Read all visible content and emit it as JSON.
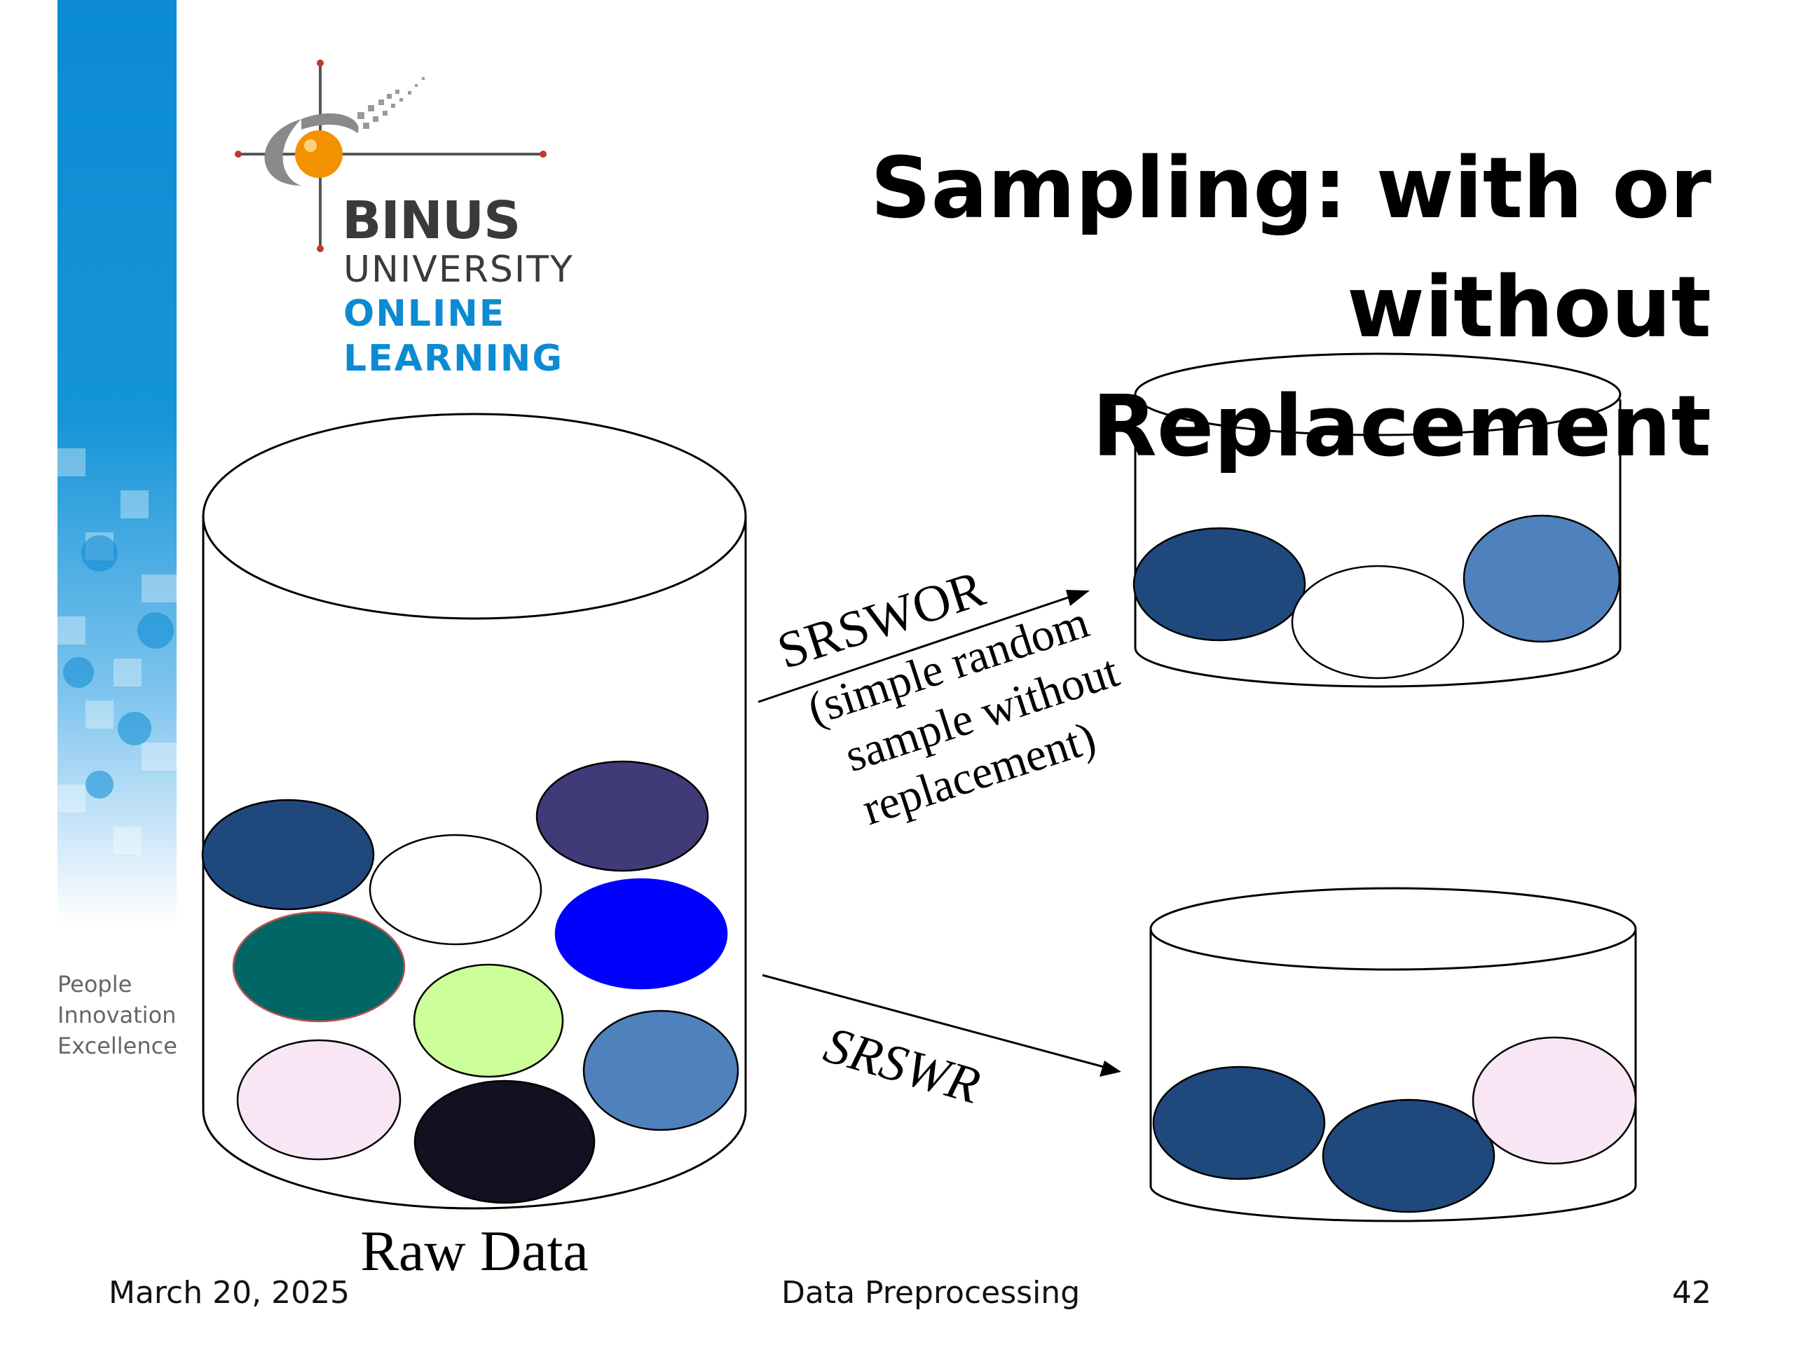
{
  "title": "Sampling: with or without Replacement",
  "logo": {
    "name": "BINUS",
    "line2": "UNIVERSITY",
    "line3": "ONLINE",
    "line4": "LEARNING"
  },
  "tagline": [
    "People",
    "Innovation",
    "Excellence"
  ],
  "diagram": {
    "raw_label": "Raw Data",
    "srswor_label": "SRSWOR",
    "srswor_desc": [
      "(simple random",
      "sample without",
      "replacement)"
    ],
    "srswr_label": "SRSWR"
  },
  "footer": {
    "date": "March 20, 2025",
    "topic": "Data Preprocessing",
    "page": "42"
  },
  "colors": {
    "brand_blue": "#0c8bd3",
    "orange": "#f39200",
    "navy": "#1f497d",
    "purple": "#403a78",
    "teal": "#006666",
    "bright_blue": "#0000ff",
    "light_green": "#ccff99",
    "pink": "#f8e6f4",
    "black_ball": "#111122",
    "steel_blue": "#4f81bd"
  }
}
